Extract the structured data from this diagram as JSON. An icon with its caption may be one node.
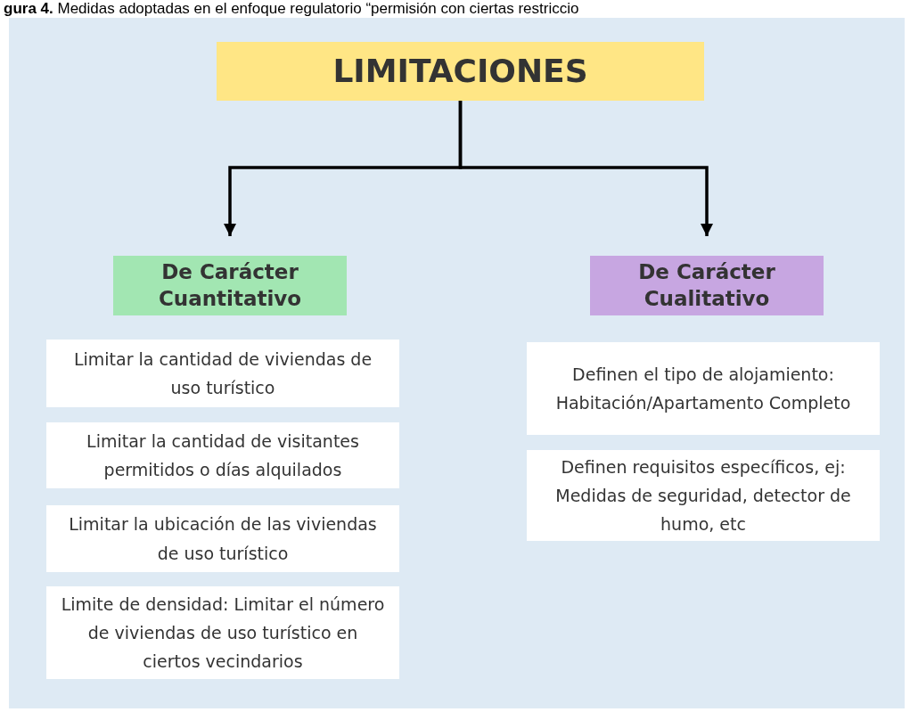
{
  "diagram": {
    "caption": "**gura 4.** Medidas adoptadas en el enfoque regulatorio “permisión con ciertas restriccio",
    "nodes": [
      {
        "text": [
          "LIMITACIONES"
        ]
      },
      {
        "text": [
          "De Carácter Cuantitativo"
        ]
      },
      {
        "text": [
          "De Carácter Cualitativo"
        ]
      },
      {
        "text": [
          "Limitar la cantidad de viviendas de uso turístico"
        ]
      },
      {
        "text": [
          "Limitar la cantidad de visitantes permitidos o días alquilados"
        ]
      },
      {
        "text": [
          "Limitar la ubicación de las viviendas de uso turístico"
        ]
      },
      {
        "text": [
          "Limite de densidad: Limitar el número de viviendas de uso turístico en ciertos vecindarios"
        ]
      },
      {
        "text": [
          "Definen el tipo de alojamiento: Habitación/Apartamento Completo"
        ]
      },
      {
        "text": [
          "Definen requisitos específicos, ej: Medidas de seguridad, detector de humo, etc"
        ]
      }
    ],
    "edges": [
      {
        "from": 0,
        "to": 1,
        "arrow": "to"
      },
      {
        "from": 0,
        "to": 2,
        "arrow": "to"
      }
    ]
  }
}
